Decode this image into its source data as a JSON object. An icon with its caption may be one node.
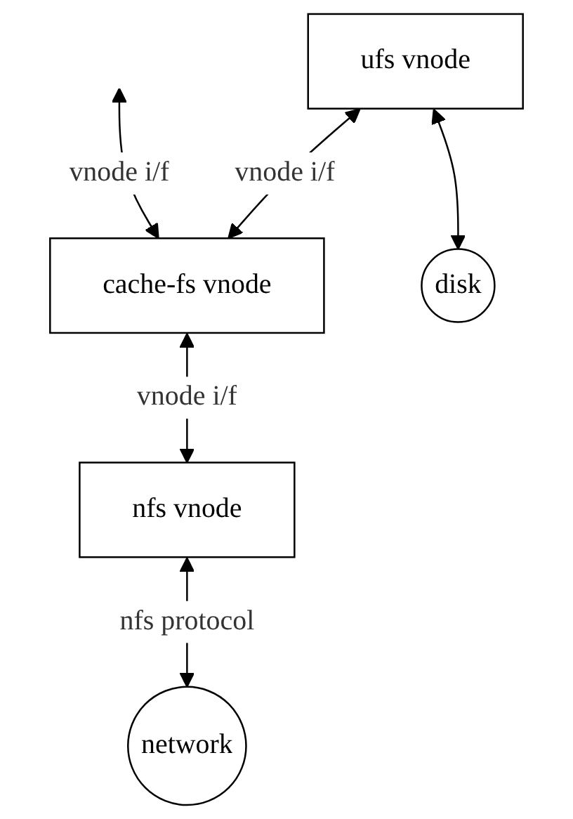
{
  "diagram": {
    "nodes": [
      {
        "text": [
          "ufs vnode"
        ]
      },
      {
        "text": [
          "cache-fs vnode"
        ]
      },
      {
        "text": [
          "disk"
        ]
      },
      {
        "text": [
          "nfs vnode"
        ]
      },
      {
        "text": [
          "network"
        ]
      }
    ],
    "edges": [
      {
        "from": null,
        "to": 1,
        "arrow": "both",
        "label": "vnode i/f"
      },
      {
        "from": 0,
        "to": 1,
        "arrow": "both",
        "label": "vnode i/f"
      },
      {
        "from": 0,
        "to": 2,
        "arrow": "both"
      },
      {
        "from": 1,
        "to": 3,
        "arrow": "both",
        "label": "vnode i/f"
      },
      {
        "from": 3,
        "to": 4,
        "arrow": "both",
        "label": "nfs protocol"
      }
    ]
  }
}
